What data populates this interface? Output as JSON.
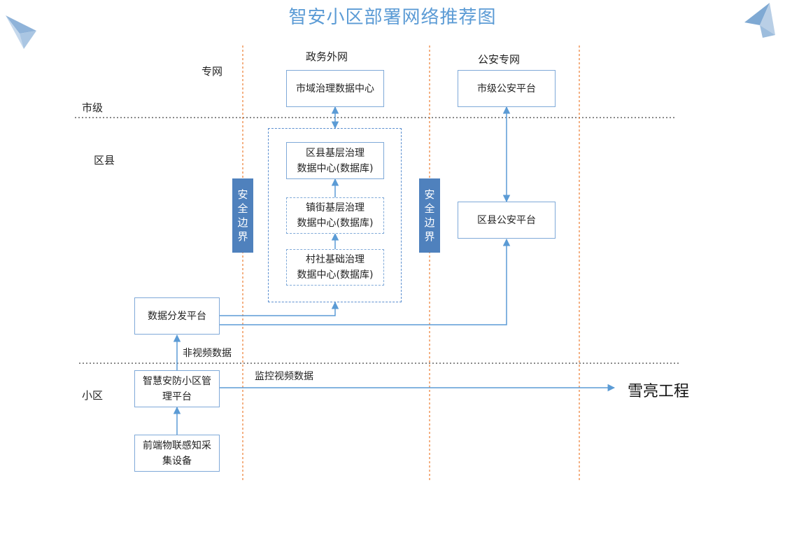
{
  "title": "智安小区部署网络推荐图",
  "levels": {
    "zhuanwang": "专网",
    "shiji": "市级",
    "quxian": "区县",
    "xiaoqu": "小区"
  },
  "zones": {
    "zhengwu": "政务外网",
    "gongan": "公安专网"
  },
  "boundary": {
    "left": [
      "安",
      "全",
      "边",
      "界"
    ],
    "right": [
      "安",
      "全",
      "边",
      "界"
    ]
  },
  "nodes": {
    "city_center": "市域治理数据中心",
    "city_police": "市级公安平台",
    "district_center_1": "区县基层治理",
    "district_center_2": "数据中心(数据库)",
    "town_center_1": "镇街基层治理",
    "town_center_2": "数据中心(数据库)",
    "village_center_1": "村社基础治理",
    "village_center_2": "数据中心(数据库)",
    "district_police": "区县公安平台",
    "dispatch": "数据分发平台",
    "community_platform_1": "智慧安防小区管",
    "community_platform_2": "理平台",
    "frontend_1": "前端物联感知采",
    "frontend_2": "集设备",
    "xueliang": "雪亮工程"
  },
  "edge_labels": {
    "non_video": "非视频数据",
    "video": "监控视频数据"
  },
  "colors": {
    "title": "#5b9bd5",
    "box_border": "#7fa9d8",
    "line": "#5b9bd5",
    "boundary": "#4f81bd",
    "zone_divider": "#ed7d31",
    "level_divider": "#444444"
  },
  "icons": {
    "left_deco": "paper-plane-icon",
    "right_deco": "paper-plane-icon"
  }
}
